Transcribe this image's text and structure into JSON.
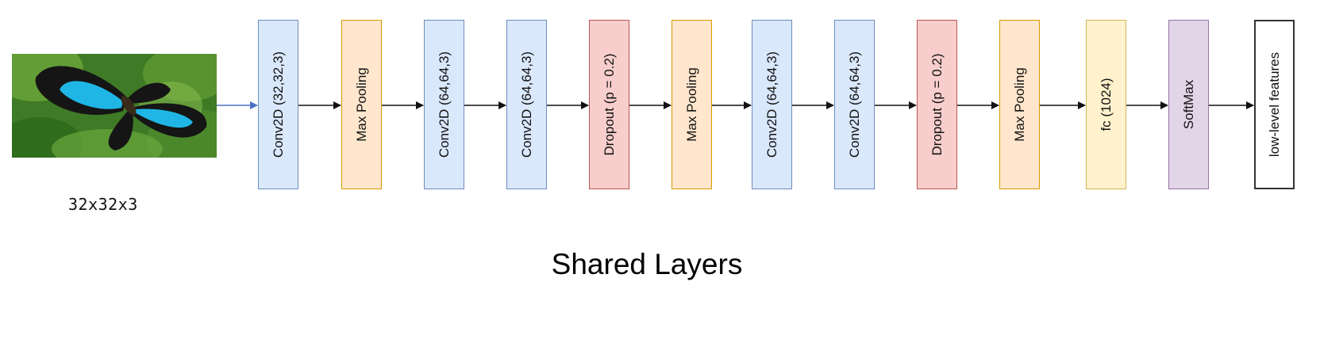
{
  "input": {
    "size_label": "32x32x3",
    "image_subject": "butterfly",
    "image_colors": {
      "wing_blue": "#1fb6e6",
      "wing_black": "#151515",
      "leaves": "#3d7d23"
    }
  },
  "layers": [
    {
      "id": "conv2d-1",
      "label": "Conv2D (32,32,3)",
      "kind": "conv"
    },
    {
      "id": "maxpool-1",
      "label": "Max Pooling",
      "kind": "pool"
    },
    {
      "id": "conv2d-2",
      "label": "Conv2D (64,64,3)",
      "kind": "conv"
    },
    {
      "id": "conv2d-3",
      "label": "Conv2D (64,64,3)",
      "kind": "conv"
    },
    {
      "id": "dropout-1",
      "label": "Dropout (p = 0.2)",
      "kind": "dropout"
    },
    {
      "id": "maxpool-2",
      "label": "Max Pooling",
      "kind": "pool"
    },
    {
      "id": "conv2d-4",
      "label": "Conv2D (64,64,3)",
      "kind": "conv"
    },
    {
      "id": "conv2d-5",
      "label": "Conv2D (64,64,3)",
      "kind": "conv"
    },
    {
      "id": "dropout-2",
      "label": "Dropout (p = 0.2)",
      "kind": "dropout"
    },
    {
      "id": "maxpool-3",
      "label": "Max Pooling",
      "kind": "pool"
    },
    {
      "id": "fc",
      "label": "fc (1024)",
      "kind": "fc"
    },
    {
      "id": "softmax",
      "label": "SoftMax",
      "kind": "softmax"
    },
    {
      "id": "output",
      "label": "low-level features",
      "kind": "output"
    }
  ],
  "styles": {
    "conv": {
      "fill": "#dae8fc",
      "stroke": "#6c8ebf"
    },
    "pool": {
      "fill": "#ffe6cc",
      "stroke": "#d79b00"
    },
    "dropout": {
      "fill": "#f8cecc",
      "stroke": "#b85450"
    },
    "fc": {
      "fill": "#fff2cc",
      "stroke": "#d6b656"
    },
    "softmax": {
      "fill": "#e1d5e7",
      "stroke": "#9673a6"
    },
    "output": {
      "fill": "#ffffff",
      "stroke": "#333333"
    }
  },
  "connectors": {
    "input_arrow_color": "#4a72c4",
    "arrow_color": "#111111"
  },
  "title": "Shared Layers"
}
